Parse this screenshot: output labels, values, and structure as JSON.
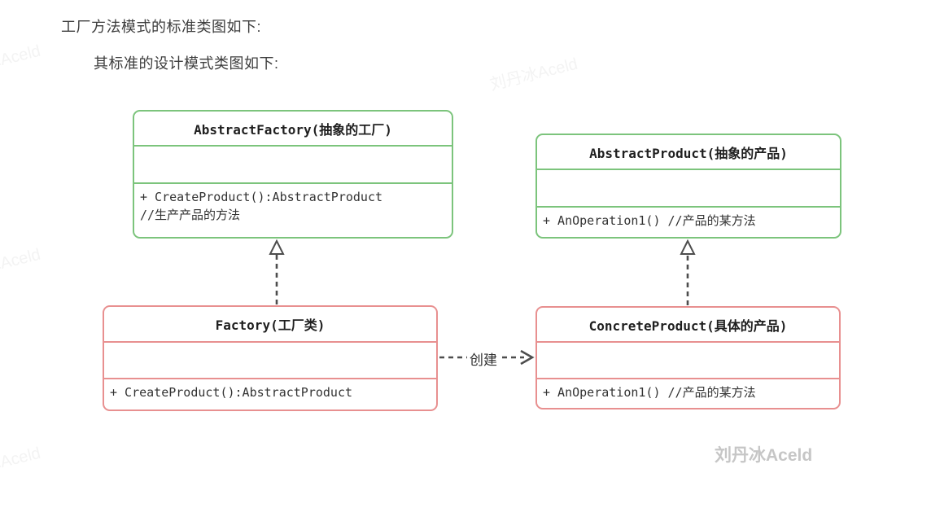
{
  "page": {
    "heading1": "工厂方法模式的标准类图如下:",
    "heading2": "其标准的设计模式类图如下:"
  },
  "watermark": {
    "text": "刘丹冰Aceld",
    "signature": "刘丹冰Aceld"
  },
  "colors": {
    "abstract_border": "#7cc47c",
    "concrete_border": "#e89090",
    "arrow": "#4d4d4d",
    "text": "#333333",
    "watermark": "#c6c6c6"
  },
  "classes": [
    {
      "id": "abstract-factory",
      "stereotype": "abstract",
      "title": "AbstractFactory(抽象的工厂)",
      "attributes": "",
      "methods": [
        "+ CreateProduct():AbstractProduct",
        "//生产产品的方法"
      ]
    },
    {
      "id": "abstract-product",
      "stereotype": "abstract",
      "title": "AbstractProduct(抽象的产品)",
      "attributes": "",
      "methods": [
        "+ AnOperation1() //产品的某方法"
      ]
    },
    {
      "id": "factory",
      "stereotype": "concrete",
      "title": "Factory(工厂类)",
      "attributes": "",
      "methods": [
        "+ CreateProduct():AbstractProduct"
      ]
    },
    {
      "id": "concrete-product",
      "stereotype": "concrete",
      "title": "ConcreteProduct(具体的产品)",
      "attributes": "",
      "methods": [
        "+ AnOperation1() //产品的某方法"
      ]
    }
  ],
  "relations": [
    {
      "from": "factory",
      "to": "abstract-factory",
      "type": "realization",
      "label": ""
    },
    {
      "from": "concrete-product",
      "to": "abstract-product",
      "type": "realization",
      "label": ""
    },
    {
      "from": "factory",
      "to": "concrete-product",
      "type": "dependency",
      "label": "创建"
    }
  ]
}
